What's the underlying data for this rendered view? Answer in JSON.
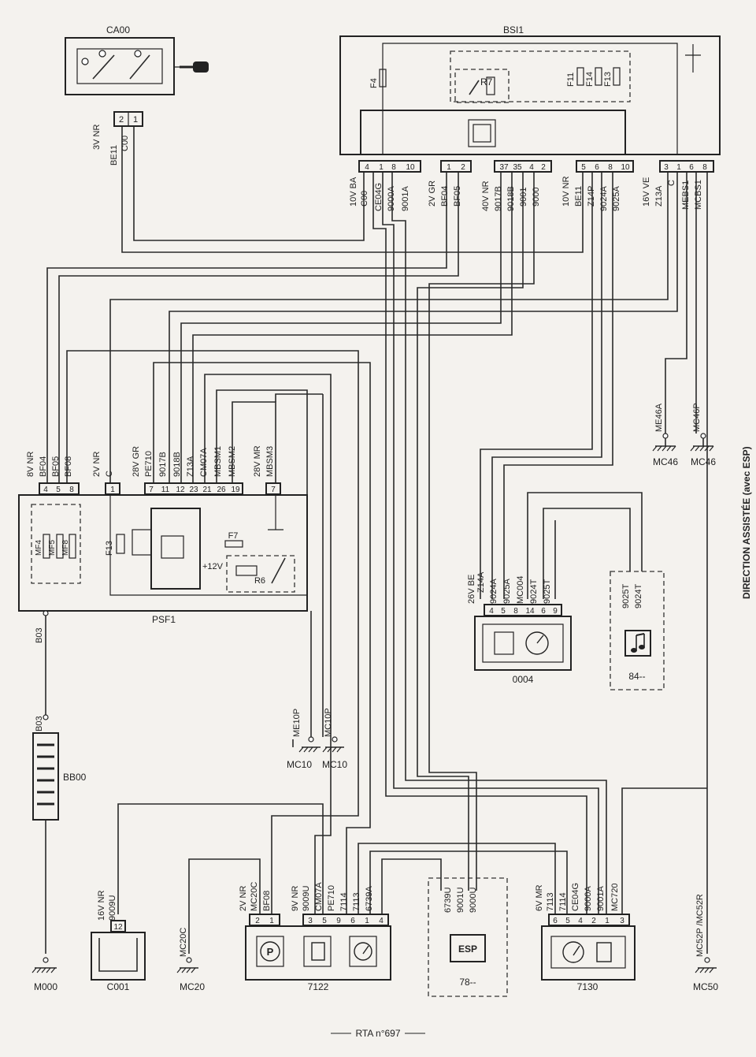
{
  "page": {
    "side_title": "DIRECTION ASSISTÉE (avec ESP)",
    "footer": "RTA n°697"
  },
  "components": {
    "ca00": {
      "name": "CA00",
      "conn": "3V NR",
      "pins": [
        "2",
        "1"
      ],
      "wires": [
        "BE11",
        "C00"
      ]
    },
    "bsi1": {
      "name": "BSI1",
      "fuses": [
        "F4",
        "F11",
        "F14",
        "F13"
      ],
      "relay": "R7",
      "groups": [
        {
          "conn": "10V BA",
          "pins": [
            "4",
            "1",
            "8",
            "10"
          ],
          "wires": [
            "C00",
            "CE04G",
            "9000A",
            "9001A"
          ]
        },
        {
          "conn": "2V GR",
          "pins": [
            "1",
            "2"
          ],
          "wires": [
            "BF04",
            "BF05"
          ]
        },
        {
          "conn": "40V NR",
          "pins": [
            "37",
            "35",
            "4",
            "2"
          ],
          "wires": [
            "9017B",
            "9018B",
            "9001",
            "9000"
          ]
        },
        {
          "conn": "10V NR",
          "pins": [
            "5",
            "6",
            "8",
            "10"
          ],
          "wires": [
            "BE11",
            "Z14P",
            "9024A",
            "9025A"
          ]
        },
        {
          "conn": "16V VE",
          "pins": [
            "3",
            "1",
            "6",
            "8"
          ],
          "wires": [
            "Z13A",
            "C",
            "MEBS1",
            "MCBS1"
          ]
        }
      ]
    },
    "psf1": {
      "name": "PSF1",
      "fuses": [
        "MF4",
        "MF5",
        "MF8",
        "F13",
        "F7"
      ],
      "relay": "R6",
      "supply": "+12V",
      "groups": [
        {
          "conn": "8V NR",
          "pins": [
            "4",
            "5",
            "8"
          ],
          "wires": [
            "BF04",
            "BF05",
            "BF08"
          ]
        },
        {
          "conn": "2V NR",
          "pins": [
            "1"
          ],
          "wires": [
            "C"
          ]
        },
        {
          "conn": "28V GR",
          "pins": [
            "7",
            "11",
            "12",
            "23",
            "21",
            "26",
            "19"
          ],
          "wires": [
            "PE710",
            "9017B",
            "9018B",
            "Z13A",
            "CM07A",
            "MBSM1",
            "MBSM2"
          ]
        },
        {
          "conn": "28V MR",
          "pins": [
            "7"
          ],
          "wires": [
            "MBSM3"
          ]
        }
      ]
    },
    "grounds": [
      {
        "wire": "ME46A",
        "name": "MC46"
      },
      {
        "wire": "MC46P",
        "name": "MC46"
      },
      {
        "wire": "ME10P",
        "name": "MC10"
      },
      {
        "wire": "MC10P",
        "name": "MC10"
      },
      {
        "wire": "MC20C",
        "name": "MC20"
      },
      {
        "wire": "MC52P /MC52R",
        "name": "MC50"
      },
      {
        "wire": "",
        "name": "M000"
      }
    ],
    "b03": "B03",
    "bb00": "BB00",
    "c001": {
      "name": "C001",
      "conn": "16V NR",
      "pins": [
        "12"
      ],
      "wires": [
        "9009U"
      ]
    },
    "c0004": {
      "name": "0004",
      "conn": "26V BE",
      "pins": [
        "4",
        "5",
        "8",
        "14",
        "6",
        "9"
      ],
      "wires": [
        "Z14A",
        "9024A",
        "9025A",
        "MC004",
        "9024T",
        "9025T"
      ]
    },
    "c84": {
      "name": "84--",
      "wires": [
        "9025T",
        "9024T"
      ]
    },
    "c7122": {
      "name": "7122",
      "groups": [
        {
          "conn": "2V NR",
          "pins": [
            "2",
            "1"
          ],
          "wires": [
            "MC20C",
            "BF08"
          ]
        },
        {
          "conn": "9V NR",
          "pins": [
            "3",
            "5",
            "9",
            "6",
            "1",
            "4"
          ],
          "wires": [
            "9009U",
            "CM07A",
            "PE710",
            "7114",
            "7113",
            "6739A"
          ]
        }
      ]
    },
    "c78": {
      "name": "78--",
      "label": "ESP",
      "wires": [
        "6739U",
        "9001U",
        "9000U"
      ]
    },
    "c7130": {
      "name": "7130",
      "conn": "6V MR",
      "pins": [
        "6",
        "5",
        "4",
        "2",
        "1",
        "3"
      ],
      "wires": [
        "7113",
        "7114",
        "CE04G",
        "9000A",
        "9001A",
        "MC720"
      ]
    }
  }
}
